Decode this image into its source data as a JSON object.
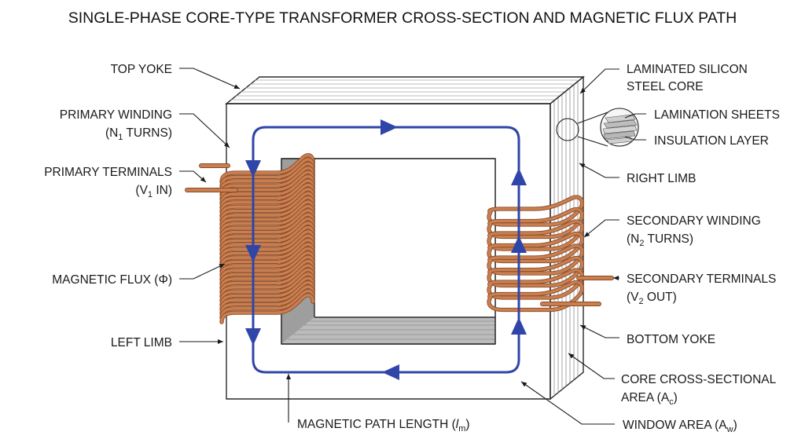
{
  "title": "SINGLE-PHASE CORE-TYPE TRANSFORMER CROSS-SECTION AND MAGNETIC FLUX PATH",
  "labels": {
    "top_yoke": "TOP YOKE",
    "primary_winding_1": "PRIMARY WINDING",
    "primary_winding_2a": "(N",
    "primary_winding_2_sub": "1",
    "primary_winding_2b": " TURNS)",
    "primary_terminals_1": "PRIMARY TERMINALS",
    "primary_terminals_2a": "(V",
    "primary_terminals_2_sub": "1",
    "primary_terminals_2b": " IN)",
    "magnetic_flux": "MAGNETIC FLUX (Φ)",
    "left_limb": "LEFT LIMB",
    "magnetic_path_a": "MAGNETIC PATH LENGTH (",
    "magnetic_path_italic": "l",
    "magnetic_path_sub": "m",
    "magnetic_path_b": ")",
    "laminated_core_1": "LAMINATED SILICON",
    "laminated_core_2": "STEEL CORE",
    "lamination_sheets": "LAMINATION SHEETS",
    "insulation_layer": "INSULATION LAYER",
    "right_limb": "RIGHT LIMB",
    "secondary_winding_1": "SECONDARY WINDING",
    "secondary_winding_2a": "(N",
    "secondary_winding_2_sub": "2",
    "secondary_winding_2b": " TURNS)",
    "secondary_terminals_1": "SECONDARY TERMINALS",
    "secondary_terminals_2a": "(V",
    "secondary_terminals_2_sub": "2",
    "secondary_terminals_2b": " OUT)",
    "bottom_yoke": "BOTTOM YOKE",
    "core_area_1": "CORE CROSS-SECTIONAL",
    "core_area_2a": "AREA (A",
    "core_area_2_sub": "c",
    "core_area_2b": ")",
    "window_area_a": "WINDOW AREA (A",
    "window_area_sub": "w",
    "window_area_b": ")"
  },
  "colors": {
    "core_face": "#efefef",
    "core_top": "#d6d6d6",
    "core_side": "#bdbdbd",
    "copper": "#c97f50",
    "copper_dark": "#8a4a26",
    "flux": "#2f45a8"
  }
}
